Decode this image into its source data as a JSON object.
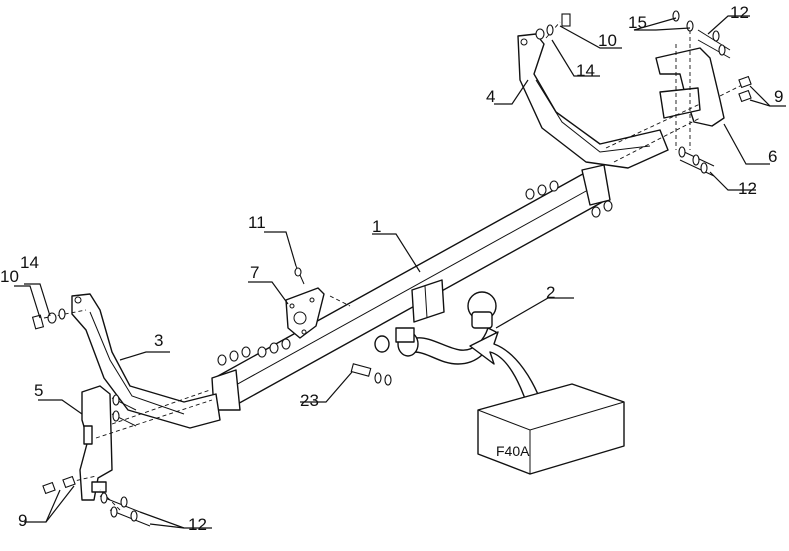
{
  "labels": {
    "l1": "1",
    "l2": "2",
    "l3": "3",
    "l4": "4",
    "l5": "5",
    "l6": "6",
    "l7": "7",
    "l9a": "9",
    "l9b": "9",
    "l10a": "10",
    "l10b": "10",
    "l11": "11",
    "l12a": "12",
    "l12b": "12",
    "l12c": "12",
    "l14a": "14",
    "l14b": "14",
    "l15": "15",
    "l23": "23"
  },
  "box_label": "F40A"
}
